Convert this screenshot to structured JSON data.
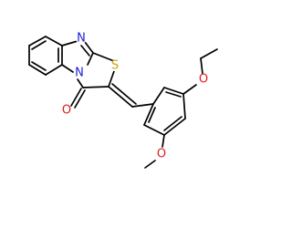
{
  "colors": {
    "background": "#ffffff",
    "bond": "#000000",
    "nitrogen": "#1f1fd8",
    "sulfur": "#c7a21a",
    "oxygen": "#e01b1b"
  },
  "atoms": {
    "n_upper": "N",
    "n_lower": "N",
    "s": "S",
    "o_carbonyl": "O",
    "o_ethoxy": "O",
    "o_methoxy": "O"
  }
}
